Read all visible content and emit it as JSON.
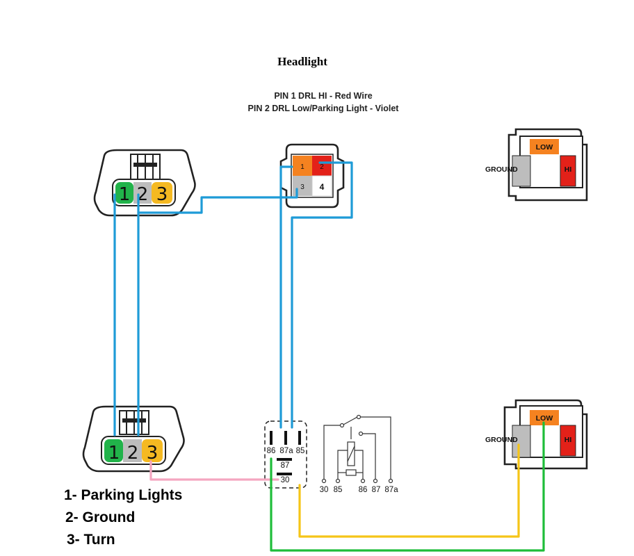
{
  "title": "Headlight",
  "pin_notes": [
    "PIN 1 DRL HI - Red Wire",
    "PIN 2 DRL Low/Parking Light - Violet"
  ],
  "connector_top": {
    "pins": [
      "1",
      "2",
      "3"
    ],
    "colors": [
      "#21b34a",
      "#bdbdbd",
      "#f5b921"
    ]
  },
  "connector_bottom": {
    "pins": [
      "1",
      "2",
      "3"
    ],
    "colors": [
      "#21b34a",
      "#bdbdbd",
      "#f5b921"
    ]
  },
  "headlight_plug": {
    "pins": [
      "1",
      "2",
      "3",
      "4"
    ],
    "colors": [
      "#f58220",
      "#e32119",
      "#bdbdbd",
      "#ffffff"
    ]
  },
  "socket_top": {
    "low": "LOW",
    "ground": "GROUND",
    "hi": "HI",
    "colors": {
      "low": "#f58220",
      "ground": "#bdbdbd",
      "hi": "#e32119"
    }
  },
  "socket_bottom": {
    "low": "LOW",
    "ground": "GROUND",
    "hi": "HI",
    "colors": {
      "low": "#f58220",
      "ground": "#bdbdbd",
      "hi": "#e32119"
    }
  },
  "relay": {
    "pin_86": "86",
    "pin_87a": "87a",
    "pin_85": "85",
    "pin_87": "87",
    "pin_30": "30"
  },
  "relay_schematic": {
    "labels": [
      "30",
      "85",
      "86",
      "87",
      "87a"
    ]
  },
  "legend": [
    "1- Parking Lights",
    "2- Ground",
    "3- Turn"
  ],
  "wire_colors": {
    "blue": "#1e9bd7",
    "pink": "#f4a6c0",
    "yellow": "#f5c518",
    "green": "#1fbd3a"
  }
}
